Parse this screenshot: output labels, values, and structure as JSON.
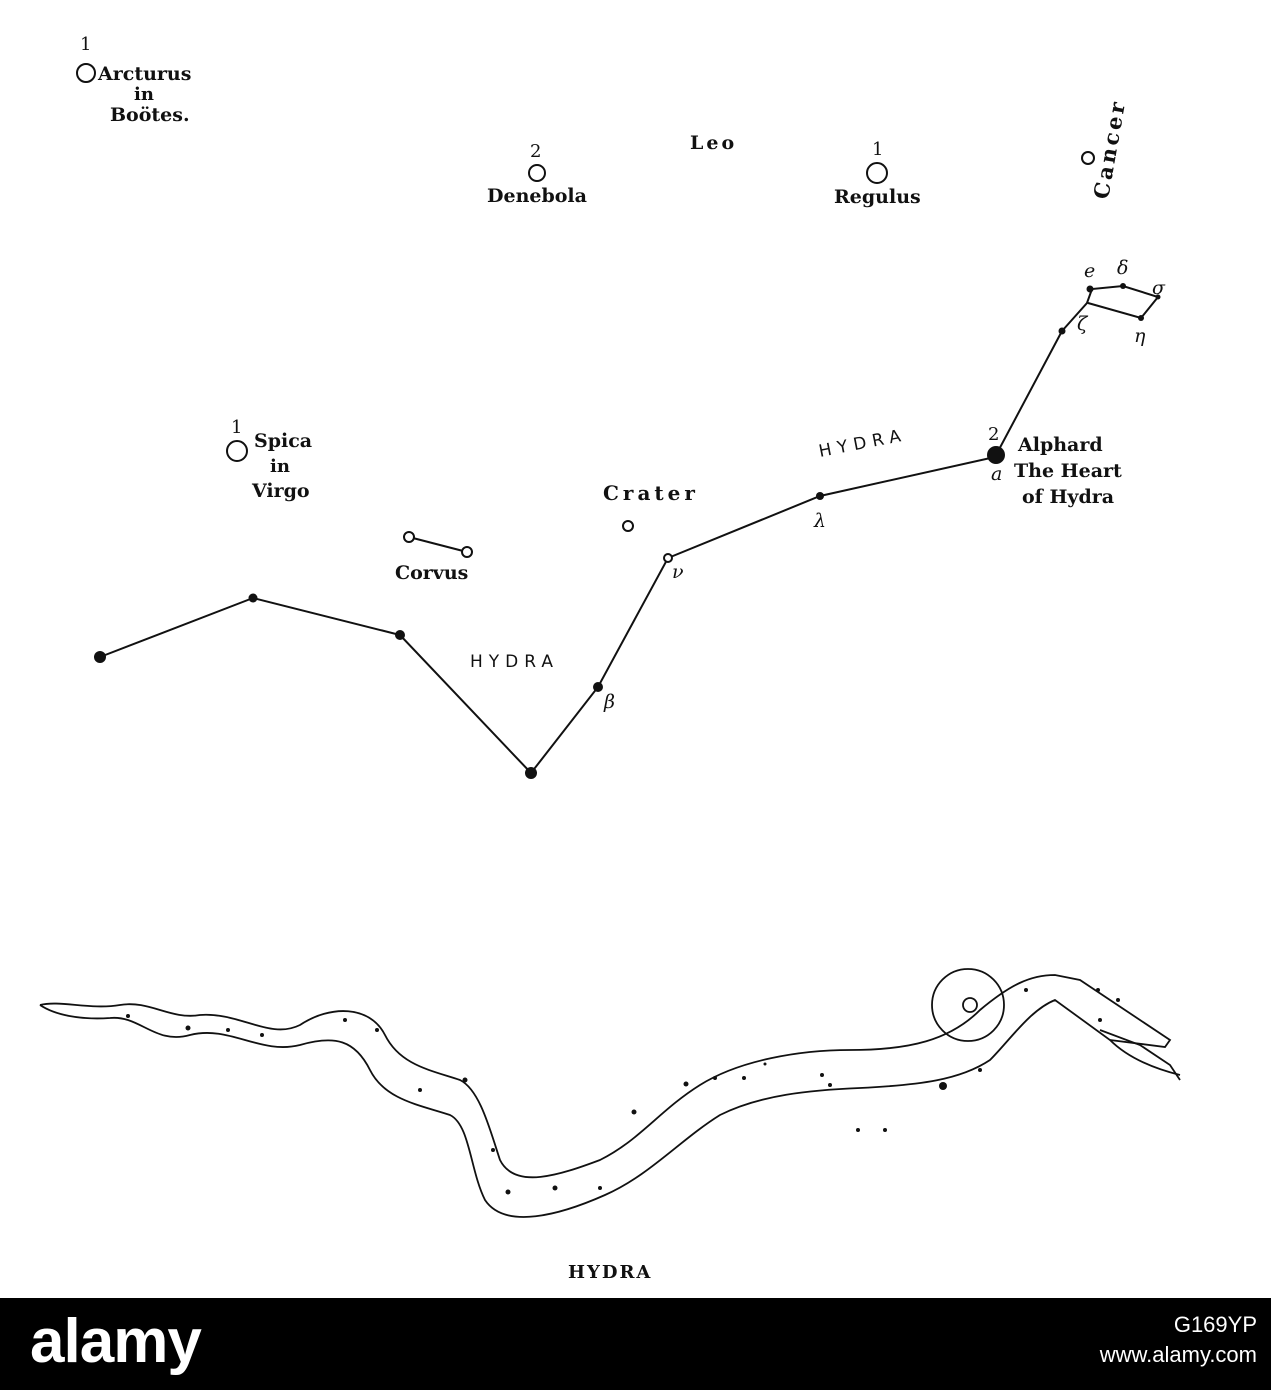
{
  "stars": {
    "arcturus": {
      "mag": "1",
      "name": "Arcturus",
      "sub1": "in",
      "sub2": "Boötes."
    },
    "denebola": {
      "mag": "2",
      "name": "Denebola"
    },
    "regulus": {
      "mag": "1",
      "name": "Regulus"
    },
    "spica": {
      "mag": "1",
      "name": "Spica",
      "sub1": "in",
      "sub2": "Virgo"
    },
    "alphard": {
      "mag": "2",
      "name": "Alphard",
      "sub1": "The Heart",
      "sub2": "of Hydra",
      "greek": "a"
    }
  },
  "constellations": {
    "leo": "Leo",
    "cancer": "Cancer",
    "crater": "Crater",
    "corvus": "Corvus",
    "hydra_left": "HYDRA",
    "hydra_right": "HYDRA"
  },
  "greek_letters": {
    "epsilon": "e",
    "delta": "δ",
    "sigma": "σ",
    "zeta": "ζ",
    "eta": "η",
    "nu": "ν",
    "beta": "β",
    "lambda": "λ"
  },
  "caption": "HYDRA",
  "footer": {
    "wordmark": "alamy",
    "image_id": "G169YP",
    "site": "www.alamy.com"
  }
}
